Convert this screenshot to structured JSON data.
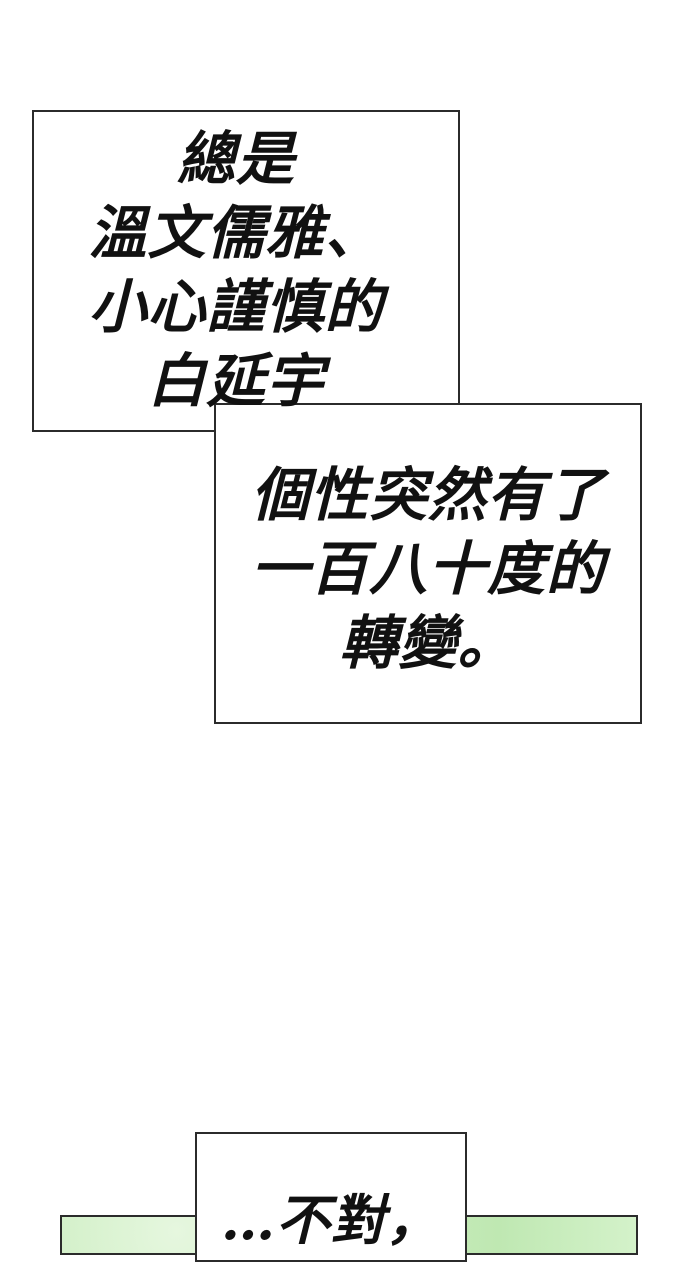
{
  "caption_1": {
    "lines_a": [
      "總是",
      "溫文儒雅、",
      "小心謹慎的",
      "白延宇"
    ],
    "lines_b": [
      "個性突然有了",
      "一百八十度的",
      "轉變。"
    ]
  },
  "caption_2": {
    "text": "…不對，"
  }
}
